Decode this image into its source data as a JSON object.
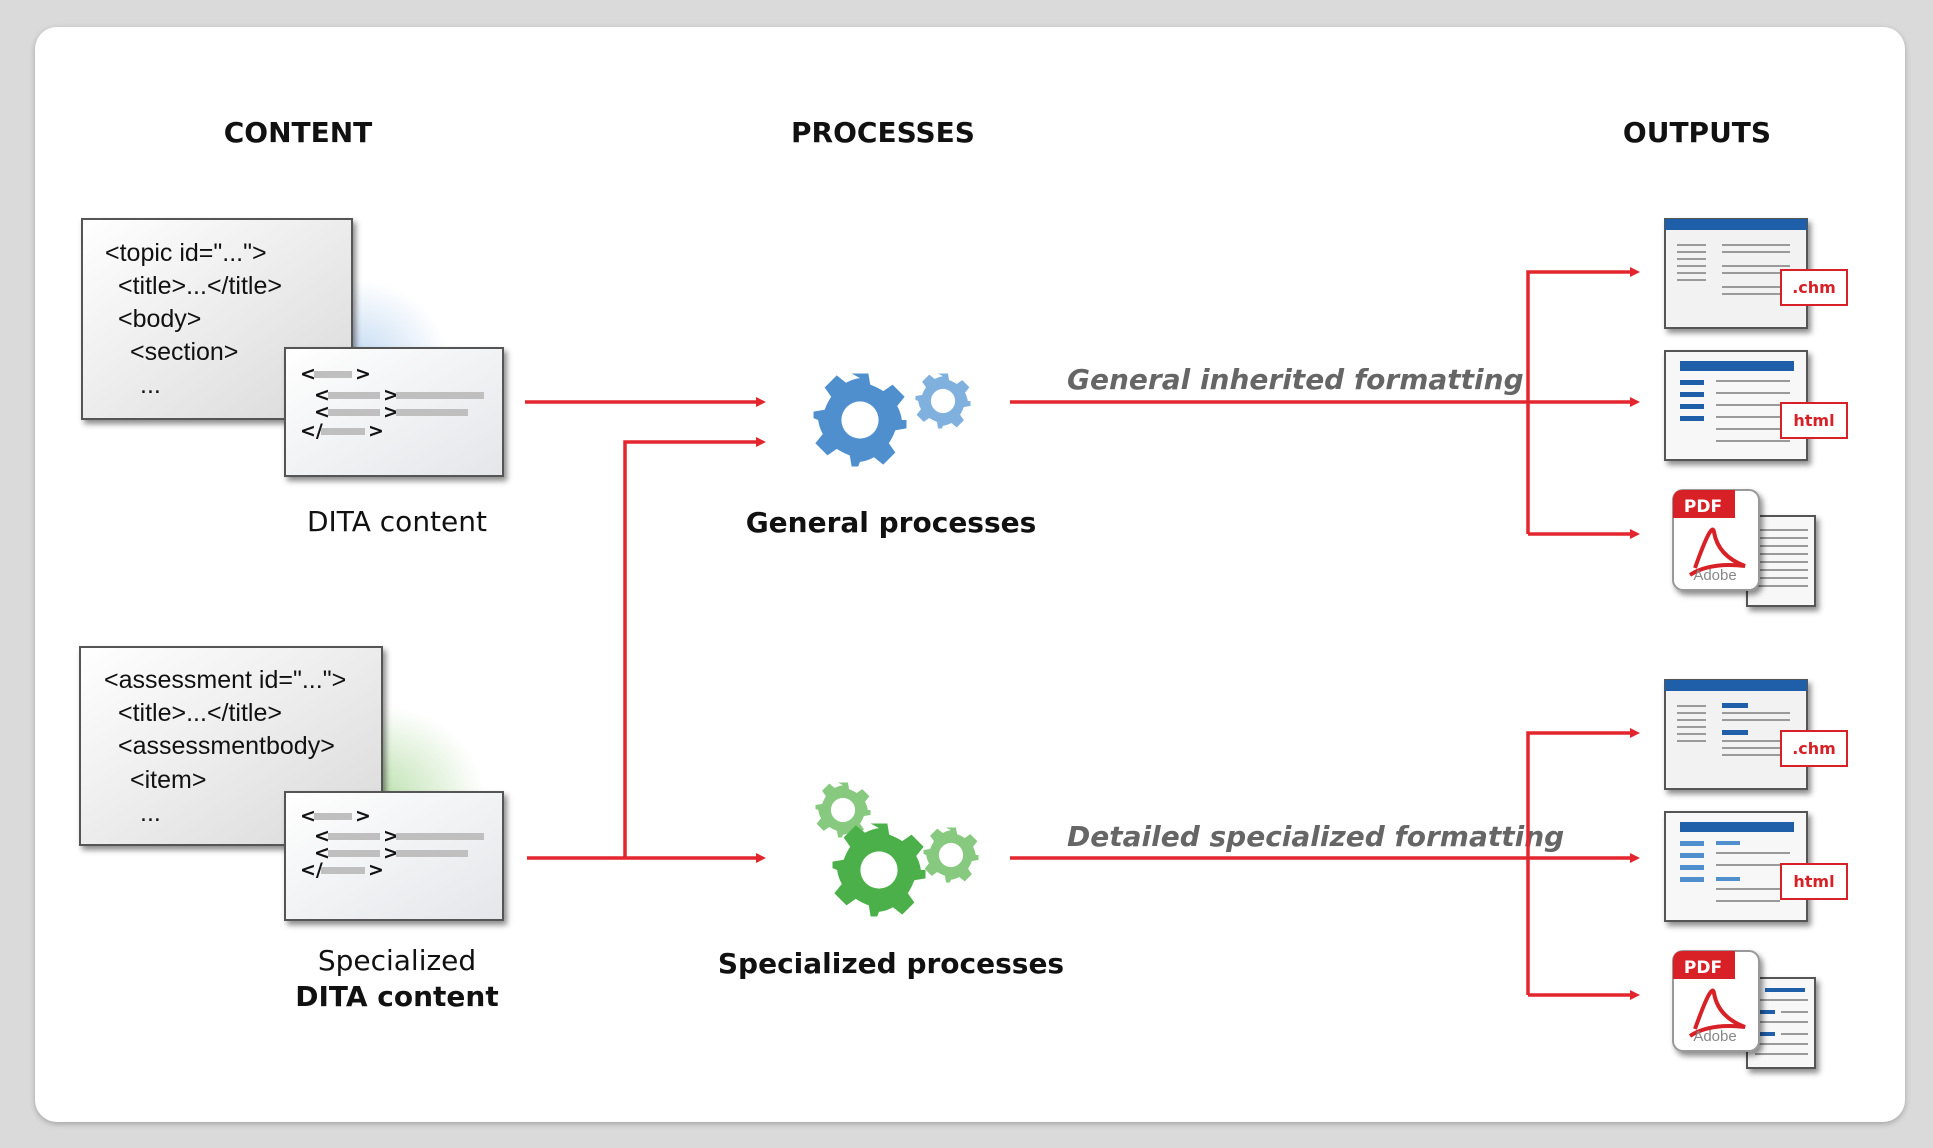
{
  "headers": {
    "content": "CONTENT",
    "processes": "PROCESSES",
    "outputs": "OUTPUTS"
  },
  "dita": {
    "code_lines": [
      "<topic id=\"...\">",
      "<title>...</title>",
      "<body>",
      "<section>",
      "..."
    ],
    "caption": "DITA content"
  },
  "specialized": {
    "code_lines": [
      "<assessment id=\"...\">",
      "<title>...</title>",
      "<assessmentbody>",
      "<item>",
      "..."
    ],
    "caption_line1": "Specialized",
    "caption_line2": "DITA content"
  },
  "mini_doc": {
    "open": "<",
    "close": ">",
    "end_open": "</"
  },
  "processes": {
    "general": "General processes",
    "specialized": "Specialized processes"
  },
  "flows": {
    "general": "General inherited formatting",
    "specialized": "Detailed specialized formatting"
  },
  "outputs": {
    "chm": ".chm",
    "html": "html",
    "pdf": "PDF",
    "adobe": "Adobe"
  },
  "colors": {
    "arrow": "#e3262d",
    "gear_blue": "#4f8fce",
    "gear_blue_light": "#7fb0de",
    "gear_green": "#4bb04a",
    "gear_green_light": "#86c97f",
    "doc_blue": "#1f5ea8"
  }
}
